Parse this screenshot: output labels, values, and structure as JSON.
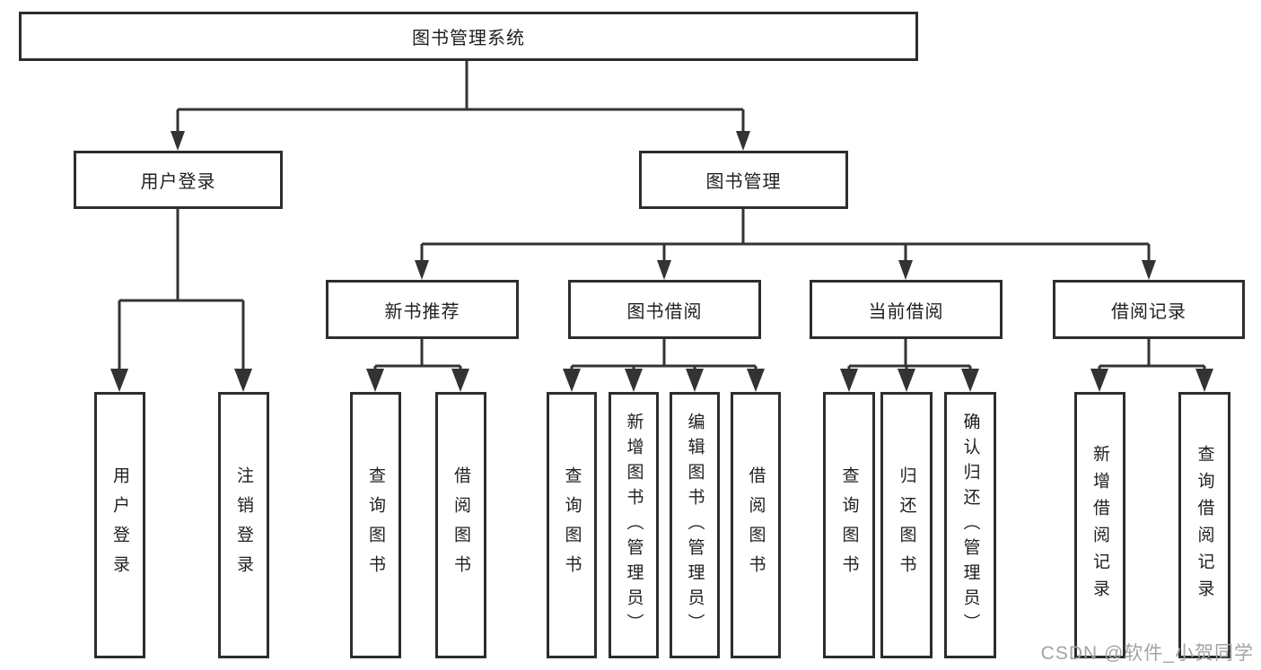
{
  "tree": {
    "label": "图书管理系统",
    "children": [
      {
        "label": "用户登录",
        "children": [
          {
            "label": "用户登录"
          },
          {
            "label": "注销登录"
          }
        ]
      },
      {
        "label": "图书管理",
        "children": [
          {
            "label": "新书推荐",
            "children": [
              {
                "label": "查询图书"
              },
              {
                "label": "借阅图书"
              }
            ]
          },
          {
            "label": "图书借阅",
            "children": [
              {
                "label": "查询图书"
              },
              {
                "label": "新增图书（管理员）"
              },
              {
                "label": "编辑图书（管理员）"
              },
              {
                "label": "借阅图书"
              }
            ]
          },
          {
            "label": "当前借阅",
            "children": [
              {
                "label": "查询图书"
              },
              {
                "label": "归还图书"
              },
              {
                "label": "确认归还（管理员）"
              }
            ]
          },
          {
            "label": "借阅记录",
            "children": [
              {
                "label": "新增借阅记录"
              },
              {
                "label": "查询借阅记录"
              }
            ]
          }
        ]
      }
    ]
  },
  "watermark": {
    "text": "CSDN @软件_小贺同学"
  },
  "colors": {
    "line": "#333333",
    "box_border": "#2d2d2d",
    "text": "#1f1f1f",
    "watermark": "#a3a3a3",
    "background": "#ffffff"
  }
}
